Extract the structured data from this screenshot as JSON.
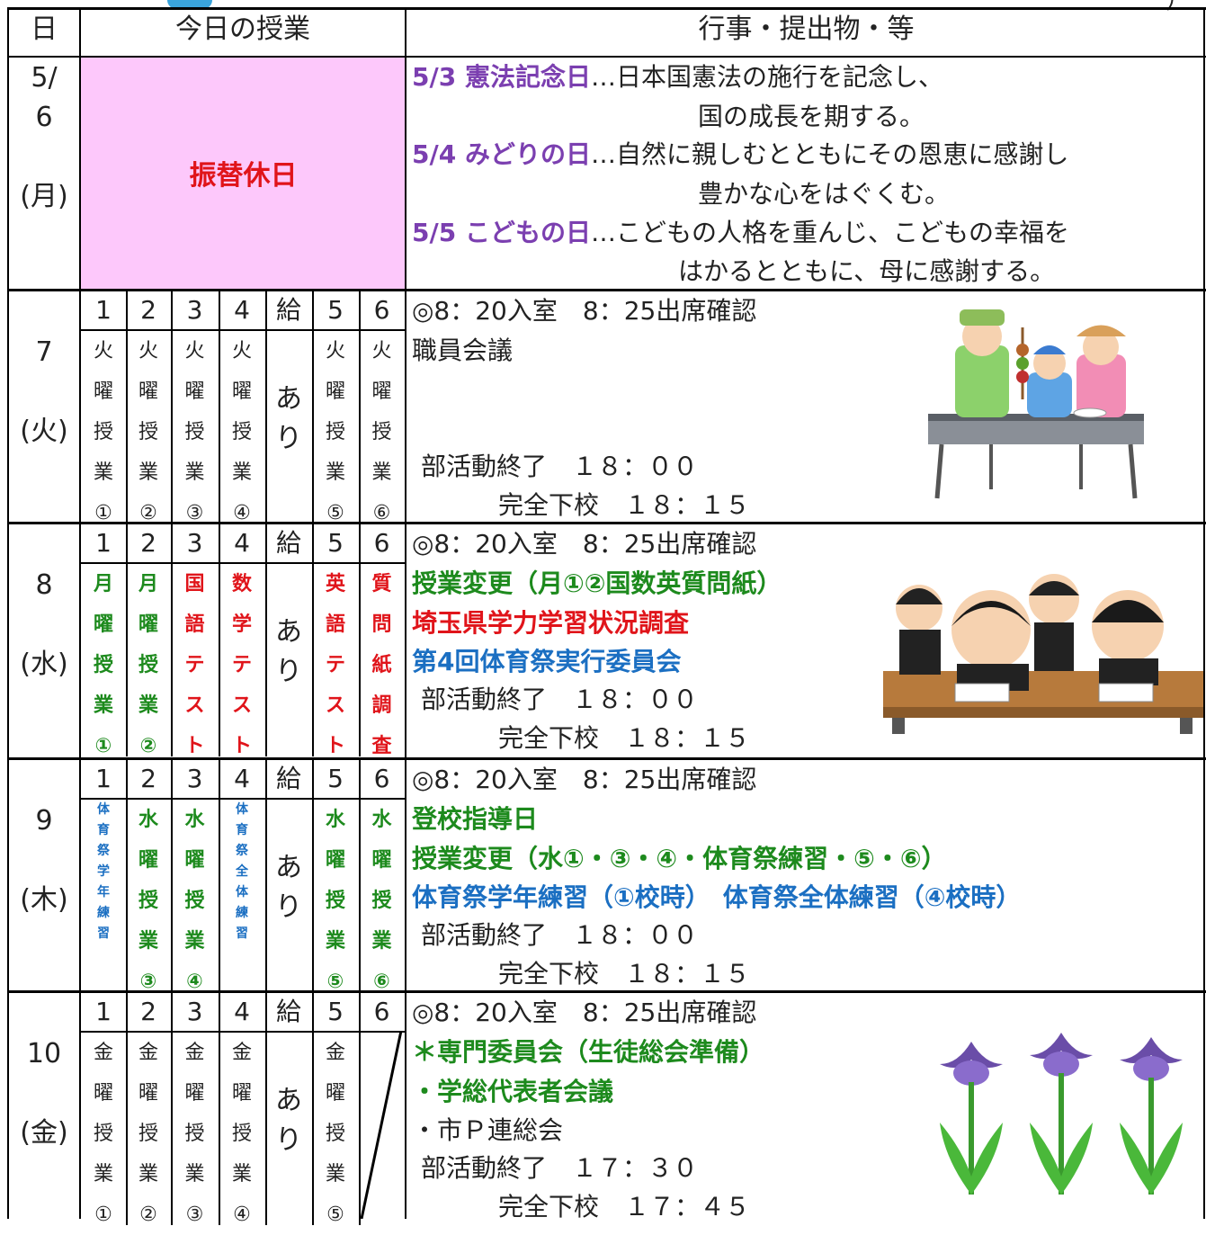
{
  "header": {
    "day": "日",
    "classes": "今日の授業",
    "events": "行事・提出物・等",
    "corner": "）"
  },
  "period_numbers": [
    "1",
    "2",
    "3",
    "4",
    "給",
    "5",
    "6"
  ],
  "rows": [
    {
      "day": [
        "5/",
        "6",
        "",
        "(月)"
      ],
      "holiday": "振替休日",
      "events": [
        {
          "head": "5/3 憲法記念日",
          "text": "…日本国憲法の施行を記念し、"
        },
        {
          "text2": "国の成長を期する。"
        },
        {
          "head": "5/4 みどりの日",
          "text": "…自然に親しむとともにその恩恵に感謝し"
        },
        {
          "text2": "豊かな心をはぐくむ。"
        },
        {
          "head": "5/5 こどもの日",
          "text": "…こどもの人格を重んじ、こどもの幸福を"
        },
        {
          "text2": "はかるとともに、母に感謝する。"
        }
      ]
    },
    {
      "day": [
        "7",
        "(火)"
      ],
      "periods": [
        [
          "火",
          "曜",
          "授",
          "業",
          "①"
        ],
        [
          "火",
          "曜",
          "授",
          "業",
          "②"
        ],
        [
          "火",
          "曜",
          "授",
          "業",
          "③"
        ],
        [
          "火",
          "曜",
          "授",
          "業",
          "④"
        ],
        [
          "火",
          "曜",
          "授",
          "業",
          "⑤"
        ],
        [
          "火",
          "曜",
          "授",
          "業",
          "⑥"
        ]
      ],
      "kyushoku": [
        "あ",
        "り"
      ],
      "events": [
        "◎8：20入室　8：25出席確認",
        "職員会議",
        "部活動終了　１８：００",
        "完全下校　１８：１５"
      ]
    },
    {
      "day": [
        "8",
        "(水)"
      ],
      "periods": [
        [
          "月",
          "曜",
          "授",
          "業",
          "①"
        ],
        [
          "月",
          "曜",
          "授",
          "業",
          "②"
        ],
        [
          "国",
          "語",
          "テ",
          "ス",
          "ト"
        ],
        [
          "数",
          "学",
          "テ",
          "ス",
          "ト"
        ],
        [
          "英",
          "語",
          "テ",
          "ス",
          "ト"
        ],
        [
          "質",
          "問",
          "紙",
          "調",
          "査"
        ]
      ],
      "kyushoku": [
        "あ",
        "り"
      ],
      "events": [
        "◎8：20入室　8：25出席確認",
        "授業変更（月①②国数英質問紙）",
        "埼玉県学力学習状況調査",
        "第4回体育祭実行委員会",
        "部活動終了　１８：００",
        "完全下校　１８：１５"
      ]
    },
    {
      "day": [
        "9",
        "(木)"
      ],
      "periods": [
        [
          "体",
          "育",
          "祭",
          "学",
          "年",
          "練",
          "習"
        ],
        [
          "水",
          "曜",
          "授",
          "業",
          "③"
        ],
        [
          "水",
          "曜",
          "授",
          "業",
          "④"
        ],
        [
          "体",
          "育",
          "祭",
          "全",
          "体",
          "練",
          "習"
        ],
        [
          "水",
          "曜",
          "授",
          "業",
          "⑤"
        ],
        [
          "水",
          "曜",
          "授",
          "業",
          "⑥"
        ]
      ],
      "kyushoku": [
        "あ",
        "り"
      ],
      "events": [
        "◎8：20入室　8：25出席確認",
        "登校指導日",
        "授業変更（水①・③・④・体育祭練習・⑤・⑥）",
        "体育祭学年練習（①校時）　体育祭全体練習（④校時）",
        "部活動終了　１８：００",
        "完全下校　１８：１５"
      ]
    },
    {
      "day": [
        "10",
        "(金)"
      ],
      "periods": [
        [
          "金",
          "曜",
          "授",
          "業",
          "①"
        ],
        [
          "金",
          "曜",
          "授",
          "業",
          "②"
        ],
        [
          "金",
          "曜",
          "授",
          "業",
          "③"
        ],
        [
          "金",
          "曜",
          "授",
          "業",
          "④"
        ],
        [
          "金",
          "曜",
          "授",
          "業",
          "⑤"
        ]
      ],
      "kyushoku": [
        "あ",
        "り"
      ],
      "events": [
        "◎8：20入室　8：25出席確認",
        "＊専門委員会（生徒総会準備）",
        "・学総代表者会議",
        "・市Ｐ連総会",
        "部活動終了　１７：３０",
        "完全下校　１７：４５"
      ]
    }
  ],
  "colors": {
    "holiday_bg": "#fdc8fb",
    "green": "#1d8a1d",
    "red": "#e0141a",
    "blue": "#1b6fc2",
    "purple": "#7b3fb0"
  },
  "icons": [
    "bbq-family-illustration",
    "students-test-illustration",
    "iris-flowers-illustration",
    "logo-fragment-icon"
  ]
}
